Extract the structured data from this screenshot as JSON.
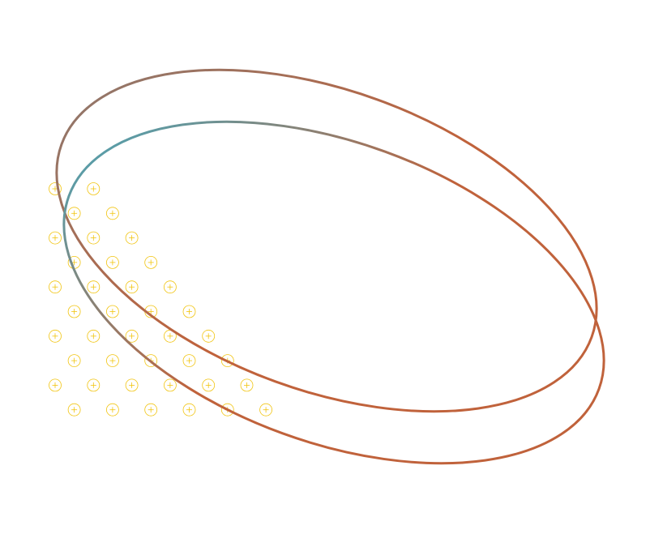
{
  "colors": {
    "background": "#ffffff",
    "ring_warm": "#c0623b",
    "ring_cool": "#3aafc9",
    "ring_mid": "#8a7a72",
    "marker": "#f1c40f"
  },
  "shapes": {
    "ring_count": 2,
    "marker_shape": "circle-plus",
    "marker_rows": [
      2,
      2,
      3,
      3,
      4,
      4,
      5,
      5,
      6,
      6
    ]
  }
}
